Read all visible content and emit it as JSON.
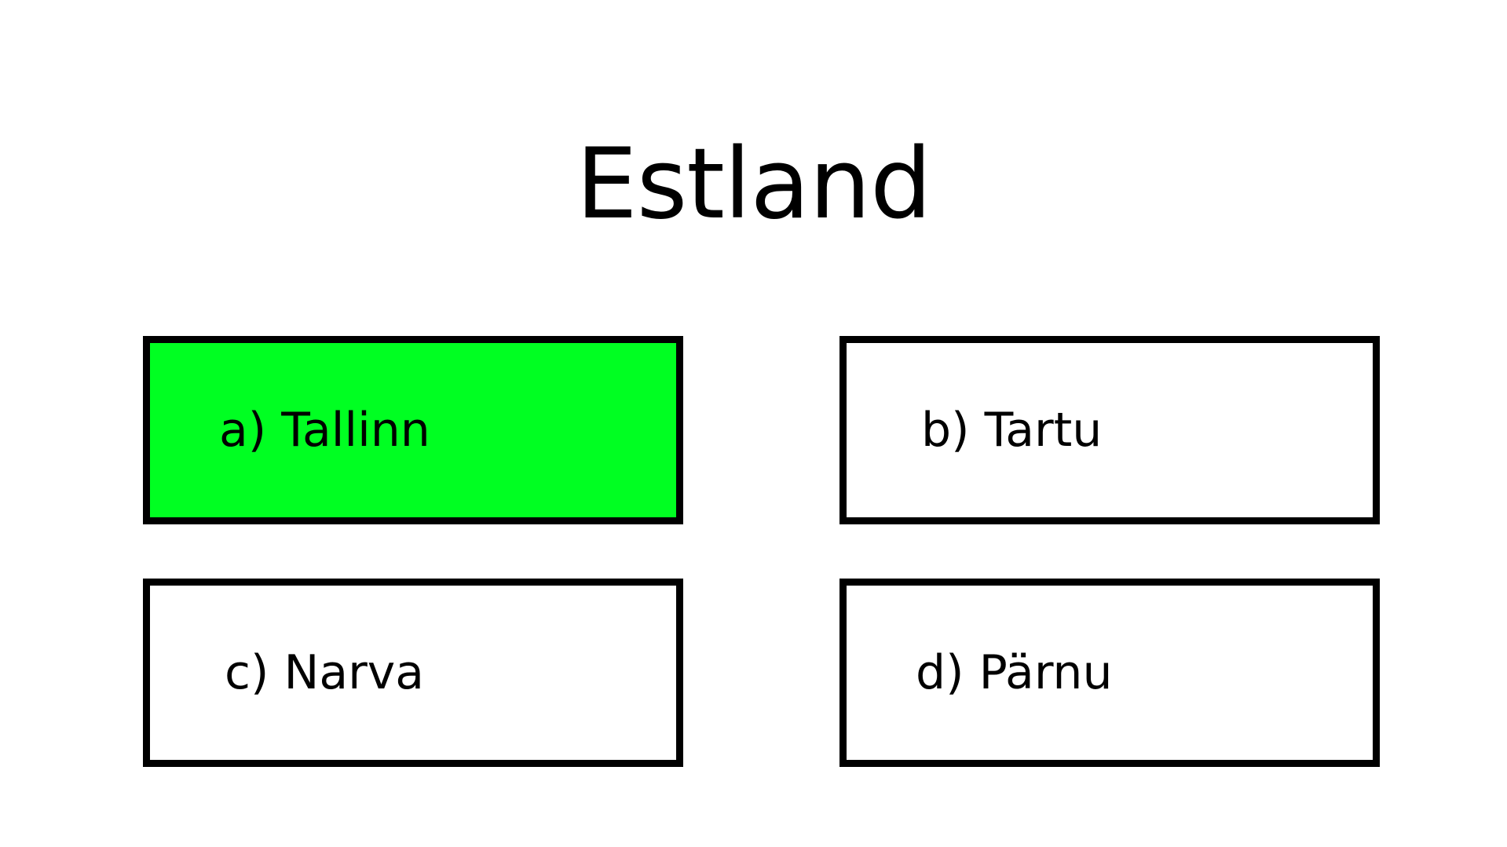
{
  "quiz": {
    "title": "Estland",
    "options": [
      {
        "label": "a) Tallinn",
        "selected": true
      },
      {
        "label": "b) Tartu",
        "selected": false
      },
      {
        "label": "c) Narva",
        "selected": false
      },
      {
        "label": "d) Pärnu",
        "selected": false
      }
    ]
  },
  "colors": {
    "background": "#ffffff",
    "border": "#000000",
    "selected_fill": "#00ff22",
    "text": "#000000"
  }
}
